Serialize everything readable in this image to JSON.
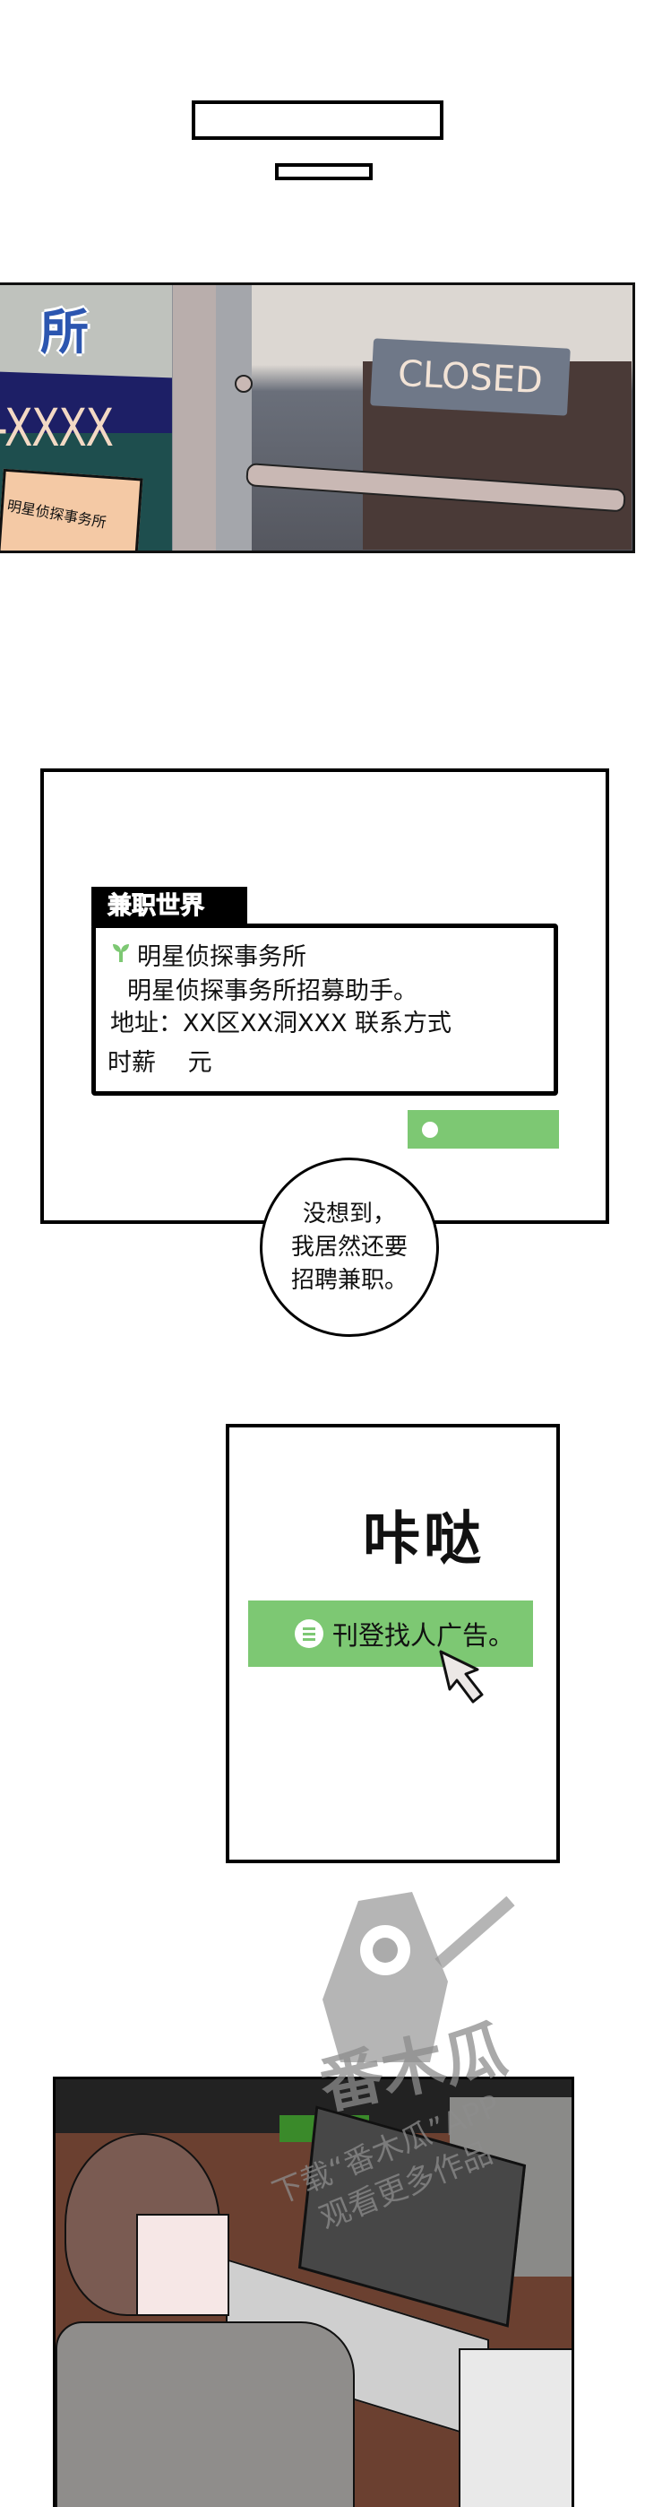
{
  "panel1": {
    "sign_char": "所",
    "phone": "-XXXX",
    "paper_text": "明星侦探事务所",
    "door_sign": "CLOSED"
  },
  "panel2": {
    "site_tab": "兼职世界",
    "ad": {
      "company": "明星侦探事务所",
      "description": "明星侦探事务所招募助手。",
      "address": "地址：XX区XX洞XXX 联系方式",
      "wage": "时薪　 元"
    },
    "bubble": [
      "没想到，",
      "我居然还要",
      "招聘兼职。"
    ],
    "accent_color": "#7dc873"
  },
  "panel3": {
    "sfx": "咔哒",
    "post_button": "刊登找人广告。",
    "icon": "menu-icon"
  },
  "watermark": {
    "logo": "番木瓜",
    "line1": "下载“番木瓜”APP",
    "line2": "观看更多作品"
  }
}
